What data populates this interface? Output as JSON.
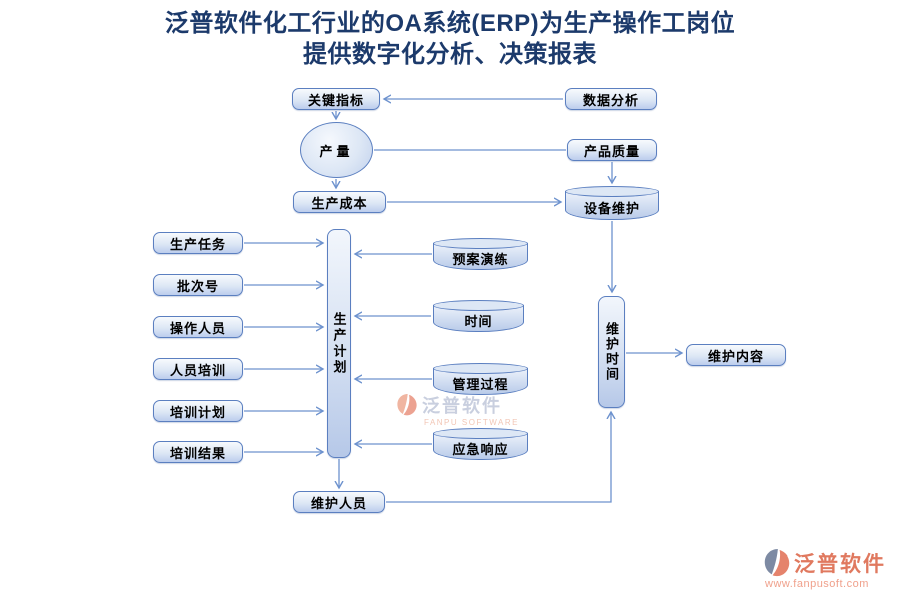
{
  "title": {
    "line1": "泛普软件化工行业的OA系统(ERP)为生产操作工岗位",
    "line2": "提供数字化分析、决策报表"
  },
  "nodes": {
    "key_indicators": "关键指标",
    "data_analysis": "数据分析",
    "output": "产量",
    "product_quality": "产品质量",
    "production_cost": "生产成本",
    "equipment_maintenance": "设备维护",
    "production_task": "生产任务",
    "batch_number": "批次号",
    "operators": "操作人员",
    "personnel_training": "人员培训",
    "training_plan": "培训计划",
    "training_result": "培训结果",
    "production_plan": "生产计划",
    "drill_rehearsal": "预案演练",
    "time": "时间",
    "management_process": "管理过程",
    "emergency_response": "应急响应",
    "maintenance_time": "维护时间",
    "maintenance_content": "维护内容",
    "maintenance_personnel": "维护人员"
  },
  "watermark": {
    "brand": "泛普软件",
    "subtitle": "FANPU SOFTWARE"
  },
  "footer": {
    "brand": "泛普软件",
    "url": "www.fanpusoft.com"
  },
  "colors": {
    "title_text": "#1c3a6b",
    "node_border": "#5b7fc0",
    "node_fill_top": "#f7fafd",
    "node_fill_bottom": "#bccded",
    "connector": "#6d92ce",
    "brand_salmon": "#e0795f",
    "brand_gray_blue": "#7d8aa3",
    "watermark_text": "#c9cfdf"
  }
}
